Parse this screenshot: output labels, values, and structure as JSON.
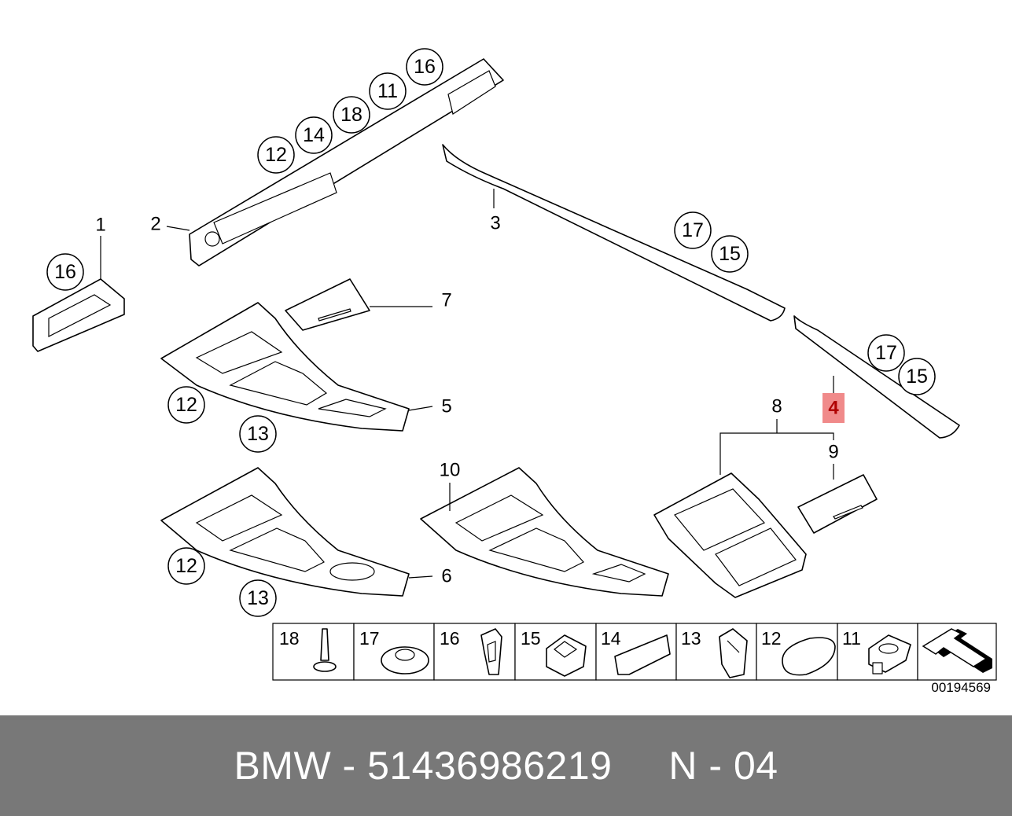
{
  "diagram": {
    "part_labels": [
      "1",
      "2",
      "3",
      "4",
      "5",
      "6",
      "7",
      "8",
      "9",
      "10"
    ],
    "highlight_label": "4",
    "highlight_color": "#f08a8a",
    "callouts": [
      "16",
      "12",
      "14",
      "18",
      "11",
      "16",
      "17",
      "15",
      "17",
      "15",
      "12",
      "13",
      "12",
      "13"
    ],
    "legend": [
      {
        "number": "18",
        "icon": "pin-icon"
      },
      {
        "number": "17",
        "icon": "clip-washer-icon"
      },
      {
        "number": "16",
        "icon": "spring-clip-icon"
      },
      {
        "number": "15",
        "icon": "square-clip-icon"
      },
      {
        "number": "14",
        "icon": "bracket-icon"
      },
      {
        "number": "13",
        "icon": "expanding-clip-icon"
      },
      {
        "number": "12",
        "icon": "foam-pad-icon"
      },
      {
        "number": "11",
        "icon": "push-nut-icon"
      },
      {
        "number": "",
        "icon": "direction-arrow-icon"
      }
    ],
    "diagram_id": "00194569"
  },
  "footer": {
    "text": "BMW - 51436986219     N - 04"
  }
}
